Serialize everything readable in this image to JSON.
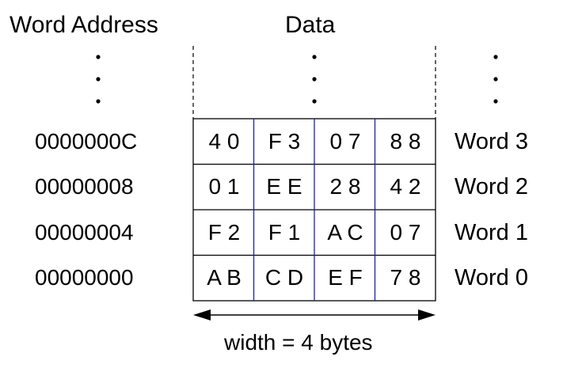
{
  "headers": {
    "address": "Word Address",
    "data": "Data"
  },
  "words": [
    {
      "address": "0000000C",
      "label": "Word 3",
      "bytes": [
        "4 0",
        "F 3",
        "0 7",
        "8 8"
      ]
    },
    {
      "address": "00000008",
      "label": "Word 2",
      "bytes": [
        "0 1",
        "E E",
        "2 8",
        "4 2"
      ]
    },
    {
      "address": "00000004",
      "label": "Word 1",
      "bytes": [
        "F 2",
        "F 1",
        "A C",
        "0 7"
      ]
    },
    {
      "address": "00000000",
      "label": "Word 0",
      "bytes": [
        "A B",
        "C D",
        "E F",
        "7 8"
      ]
    }
  ],
  "width_label": "width = 4 bytes",
  "colors": {
    "row_border": "#000000",
    "byte_divider": "#1f1fa8"
  }
}
